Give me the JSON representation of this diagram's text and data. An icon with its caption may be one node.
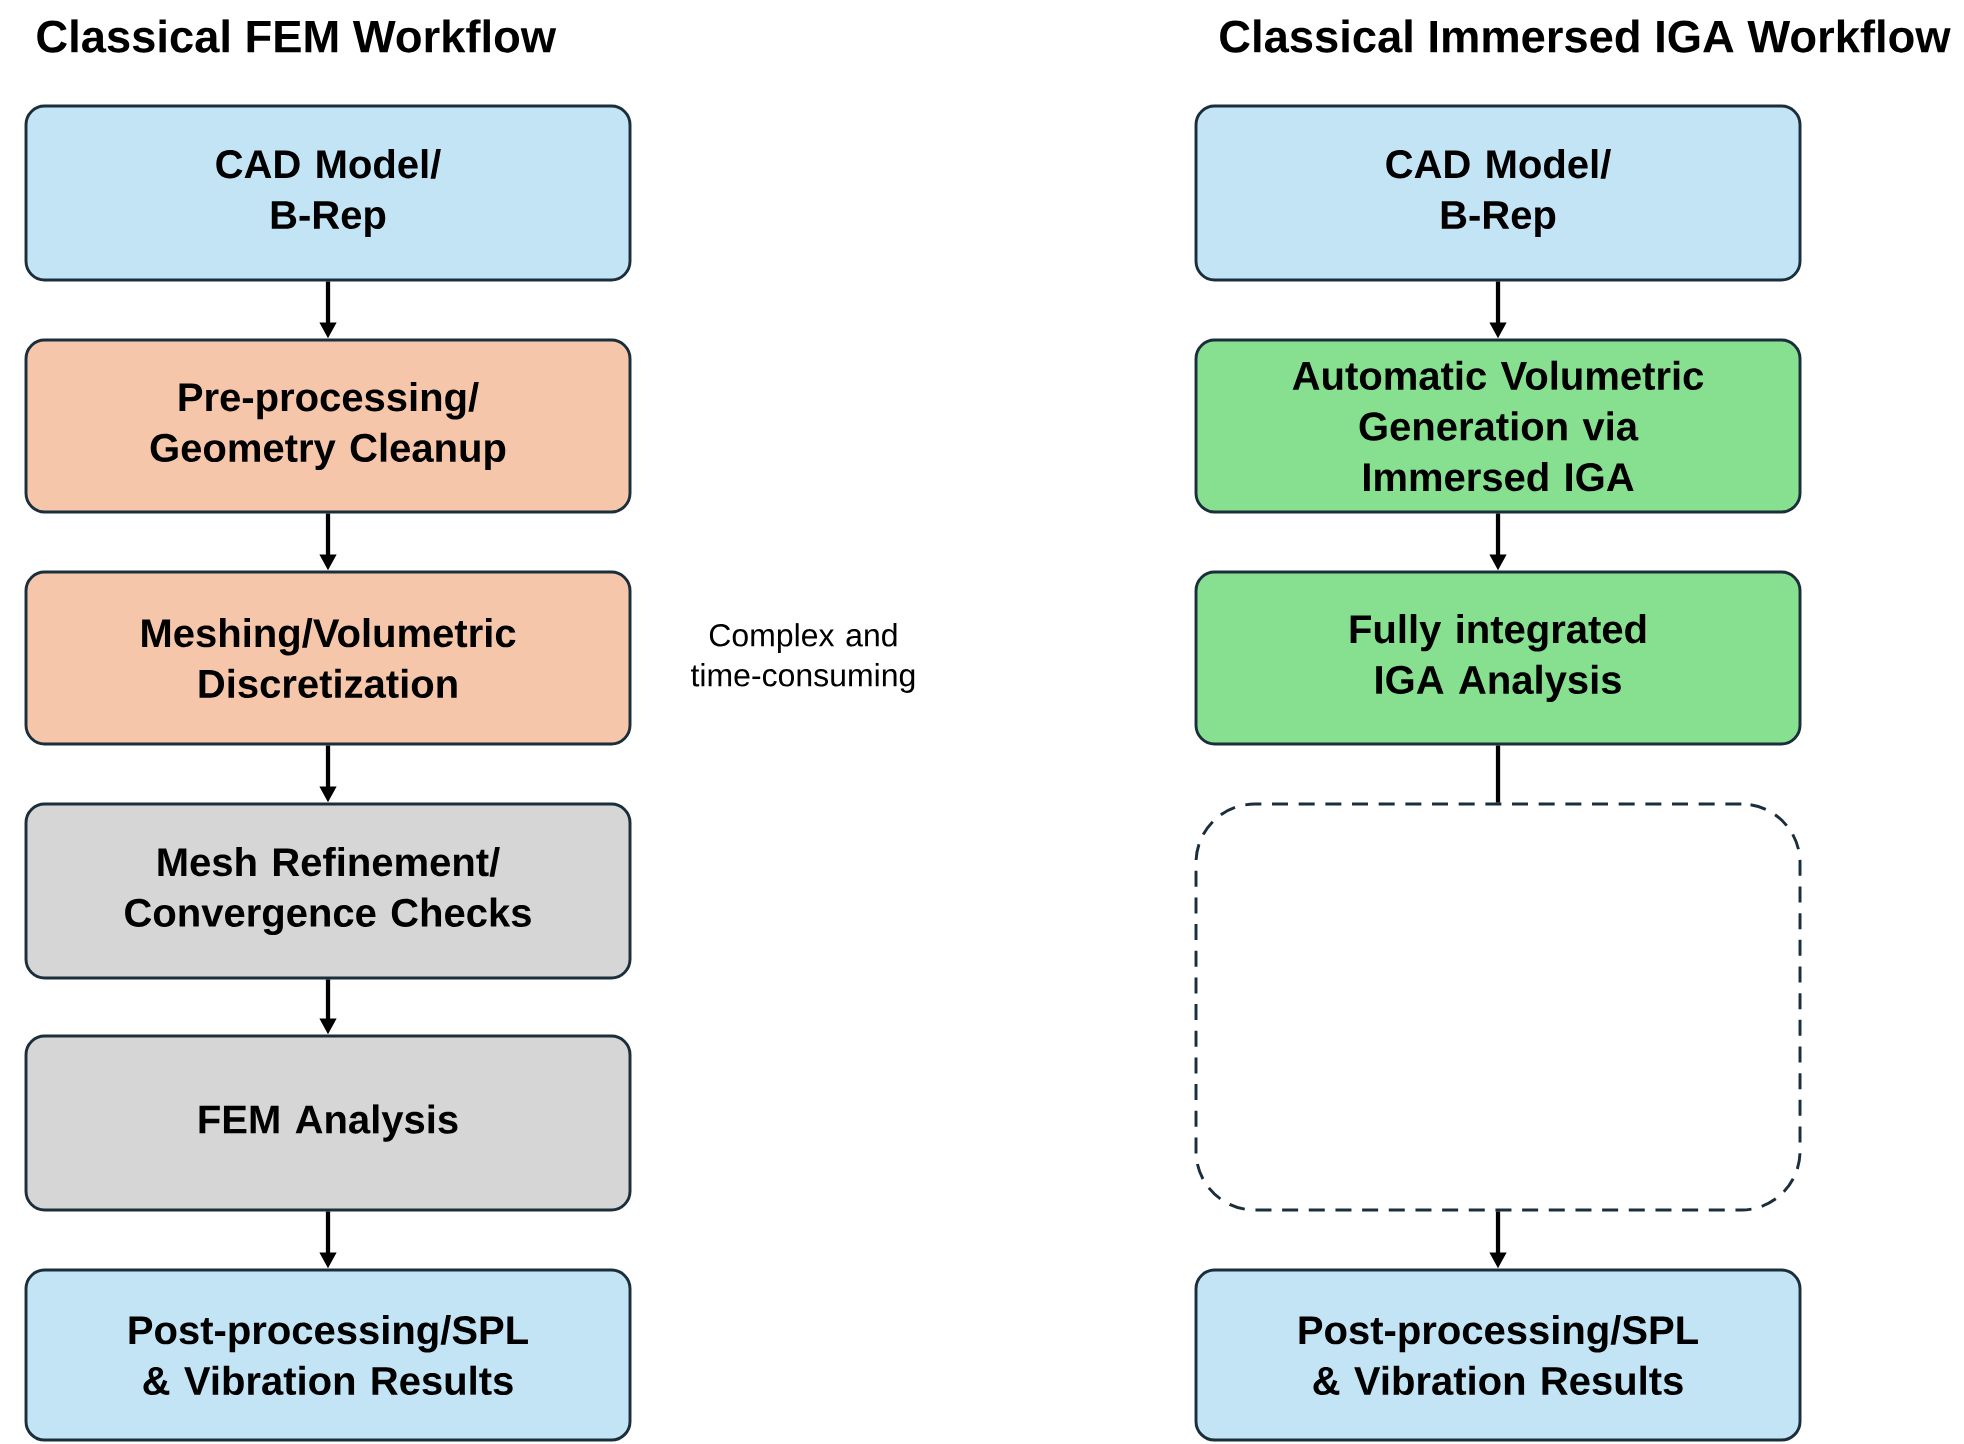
{
  "diagram": {
    "title": "Classical FEM Workflow",
    "nodes": [
      {
        "text": [
          "CAD Model/ B-Rep"
        ]
      },
      {
        "text": [
          "Pre-processing/ Geometry Cleanup"
        ]
      },
      {
        "text": [
          "Meshing/Volumetric Discretization"
        ],
        "beside": [
          "Complex and time-consuming"
        ]
      },
      {
        "text": [
          "Mesh Refinement/ Convergence Checks"
        ]
      },
      {
        "text": [
          "FEM Analysis"
        ]
      },
      {
        "text": [
          "Post-processing/SPL & Vibration Results"
        ]
      },
      {
        "text": [
          "CAD Model/ B-Rep"
        ]
      },
      {
        "text": [
          "Automatic Volumetric Generation via Immersed IGA"
        ]
      },
      {
        "text": [
          "Fully integrated IGA Analysis"
        ]
      },
      {
        "text": [],
        "shape": "box"
      },
      {
        "text": [
          "Post-processing/SPL & Vibration Results"
        ]
      }
    ],
    "edges": [
      {
        "from": 0,
        "to": 1,
        "arrow": "to"
      },
      {
        "from": 1,
        "to": 2,
        "arrow": "to"
      },
      {
        "from": 2,
        "to": 3,
        "arrow": "to"
      },
      {
        "from": 3,
        "to": 4,
        "arrow": "to"
      },
      {
        "from": 4,
        "to": 5,
        "arrow": "to"
      },
      {
        "from": 6,
        "to": 7,
        "arrow": "to"
      },
      {
        "from": 7,
        "to": 8,
        "arrow": "to"
      },
      {
        "from": 8,
        "to": 9,
        "arrow": "none"
      },
      {
        "from": 9,
        "to": 10,
        "arrow": "to"
      }
    ],
    "labels": [
      "Classical Immersed IGA Workflow"
    ]
  }
}
